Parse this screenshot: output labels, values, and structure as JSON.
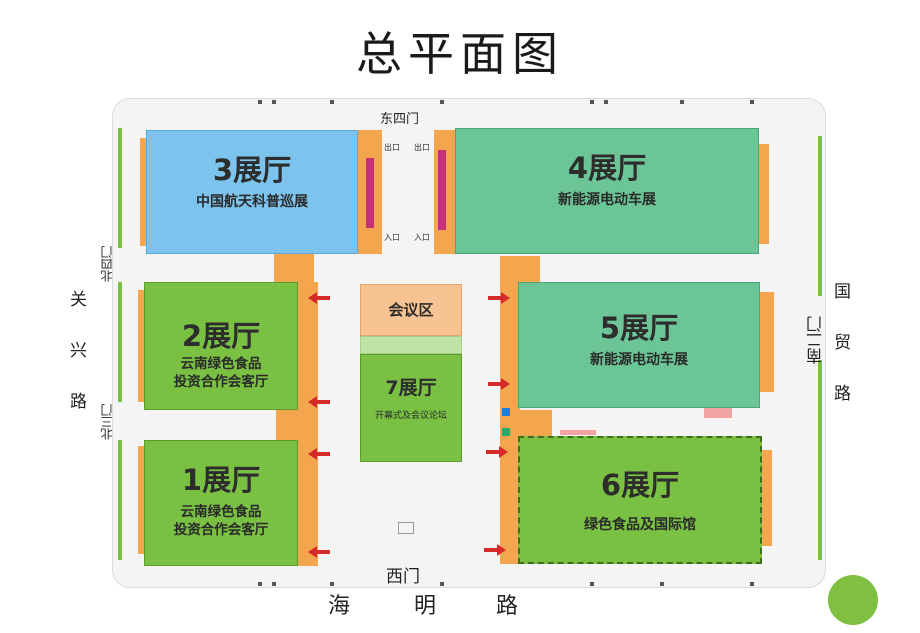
{
  "title": "总平面图",
  "halls": [
    {
      "id": "3",
      "name": "3展厅",
      "exhibit": "中国航天科普巡展"
    },
    {
      "id": "4",
      "name": "4展厅",
      "exhibit": "新能源电动车展"
    },
    {
      "id": "2",
      "name": "2展厅",
      "exhibit_line1": "云南绿色食品",
      "exhibit_line2": "投资合作会客厅"
    },
    {
      "id": "5",
      "name": "5展厅",
      "exhibit": "新能源电动车展"
    },
    {
      "id": "7",
      "name": "7展厅",
      "exhibit": "开幕式及会议论坛"
    },
    {
      "id": "1",
      "name": "1展厅",
      "exhibit_line1": "云南绿色食品",
      "exhibit_line2": "投资合作会客厅"
    },
    {
      "id": "6",
      "name": "6展厅",
      "exhibit": "绿色食品及国际馆"
    }
  ],
  "meeting_area": "会议区",
  "gates": {
    "east_four": "东四门",
    "west": "西门",
    "north_four": "北四门",
    "north_three": "北三门",
    "south_two": "南二门"
  },
  "roads": {
    "left": "关兴路",
    "right": "国贸路",
    "bottom": [
      "海",
      "明",
      "路"
    ]
  },
  "tiny_labels": {
    "exit": "出口",
    "entrance": "入口"
  },
  "colors": {
    "blue": "#7cc3ee",
    "teal": "#6cc596",
    "green": "#79c043",
    "orange": "#f4a64e",
    "peach": "#f8c393"
  }
}
